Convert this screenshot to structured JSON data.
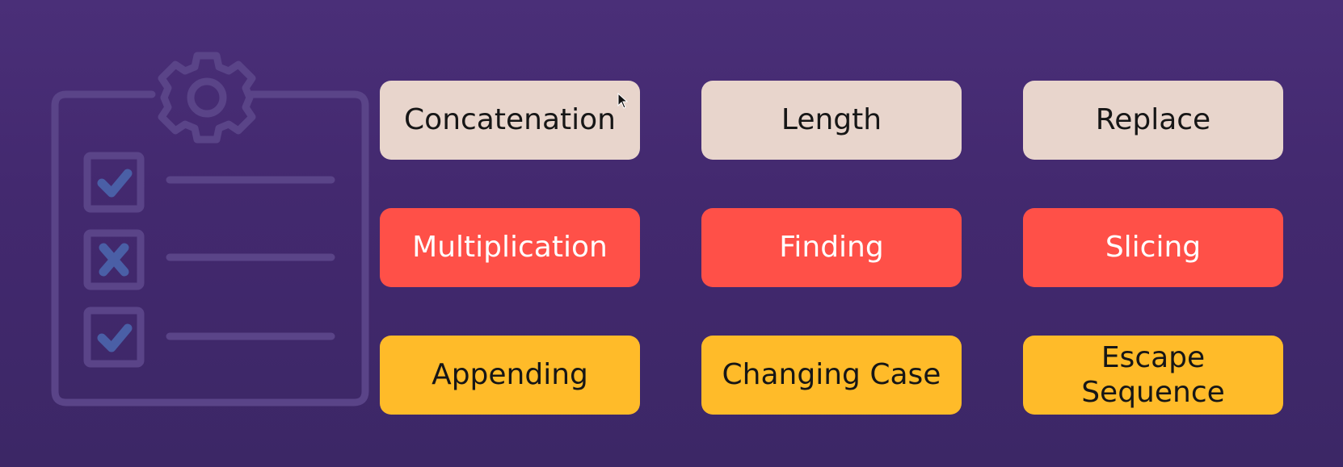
{
  "illustration": {
    "icon": "clipboard-checklist-gear-icon",
    "color": "#5a4488",
    "checkbox_fill": "#4a5fa6",
    "items": [
      {
        "state": "checked",
        "icon": "check-icon"
      },
      {
        "state": "crossed",
        "icon": "cross-icon"
      },
      {
        "state": "checked",
        "icon": "check-icon"
      }
    ]
  },
  "colors": {
    "background": "#43296f",
    "beige": "#e8d5cc",
    "red": "#ff5048",
    "yellow": "#ffbb29"
  },
  "tiles": [
    {
      "label": "Concatenation",
      "color": "beige"
    },
    {
      "label": "Length",
      "color": "beige"
    },
    {
      "label": "Replace",
      "color": "beige"
    },
    {
      "label": "Multiplication",
      "color": "red"
    },
    {
      "label": "Finding",
      "color": "red"
    },
    {
      "label": "Slicing",
      "color": "red"
    },
    {
      "label": "Appending",
      "color": "yellow"
    },
    {
      "label": "Changing Case",
      "color": "yellow"
    },
    {
      "label": "Escape Sequence",
      "color": "yellow"
    }
  ]
}
